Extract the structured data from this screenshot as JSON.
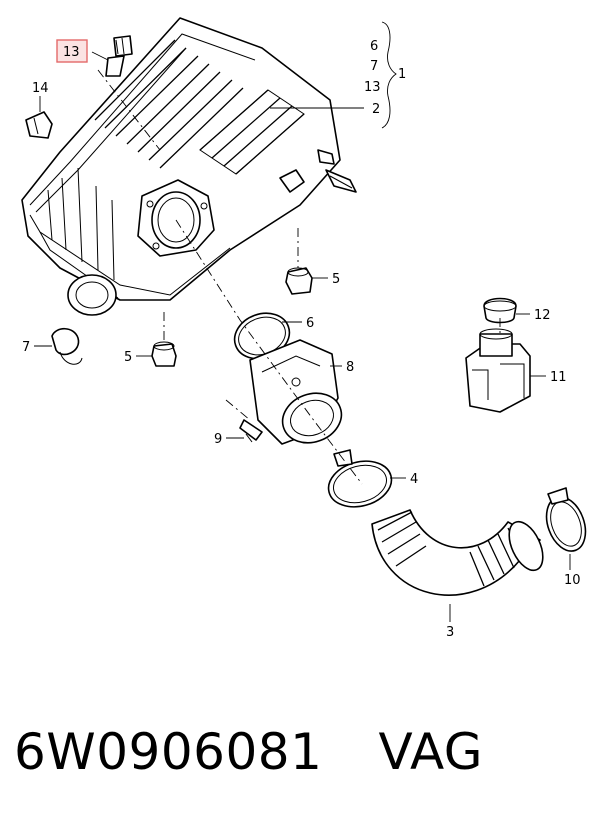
{
  "diagram": {
    "callouts": {
      "c13_highlight": "13",
      "c14": "14",
      "c6_top": "6",
      "c7_top": "7",
      "c13_top": "13",
      "c1": "1",
      "c2": "2",
      "c5_right": "5",
      "c7_left": "7",
      "c5_left": "5",
      "c6_mid": "6",
      "c8": "8",
      "c9": "9",
      "c12": "12",
      "c11": "11",
      "c4": "4",
      "c10": "10",
      "c3": "3"
    },
    "highlight_color": "#e46a6a",
    "highlight_fill": "#fbe3e3"
  },
  "caption": {
    "part_number": "6W0906081",
    "brand": "VAG"
  }
}
